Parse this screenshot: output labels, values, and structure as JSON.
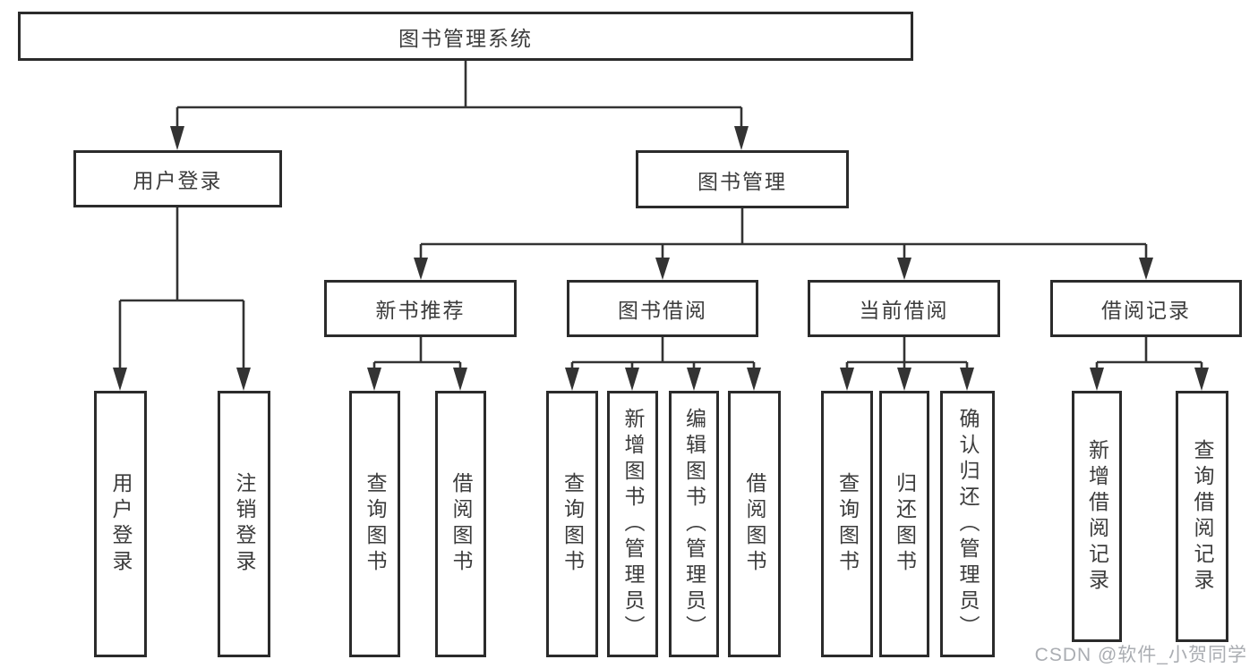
{
  "diagram": {
    "root": "图书管理系统",
    "user_login": {
      "label": "用户登录",
      "children": [
        "用户登录",
        "注销登录"
      ]
    },
    "book_management": {
      "label": "图书管理",
      "children": [
        {
          "label": "新书推荐",
          "children": [
            "查询图书",
            "借阅图书"
          ]
        },
        {
          "label": "图书借阅",
          "children": [
            "查询图书",
            "新增图书（管理员）",
            "编辑图书（管理员）",
            "借阅图书"
          ]
        },
        {
          "label": "当前借阅",
          "children": [
            "查询图书",
            "归还图书",
            "确认归还（管理员）"
          ]
        },
        {
          "label": "借阅记录",
          "children": [
            "新增借阅记录",
            "查询借阅记录"
          ]
        }
      ]
    }
  },
  "colors": {
    "line": "#333333",
    "border": "#2b2b2b",
    "text": "#3c3c3c",
    "watermark": "#aaadb2"
  },
  "watermark": "CSDN @软件_小贺同学"
}
